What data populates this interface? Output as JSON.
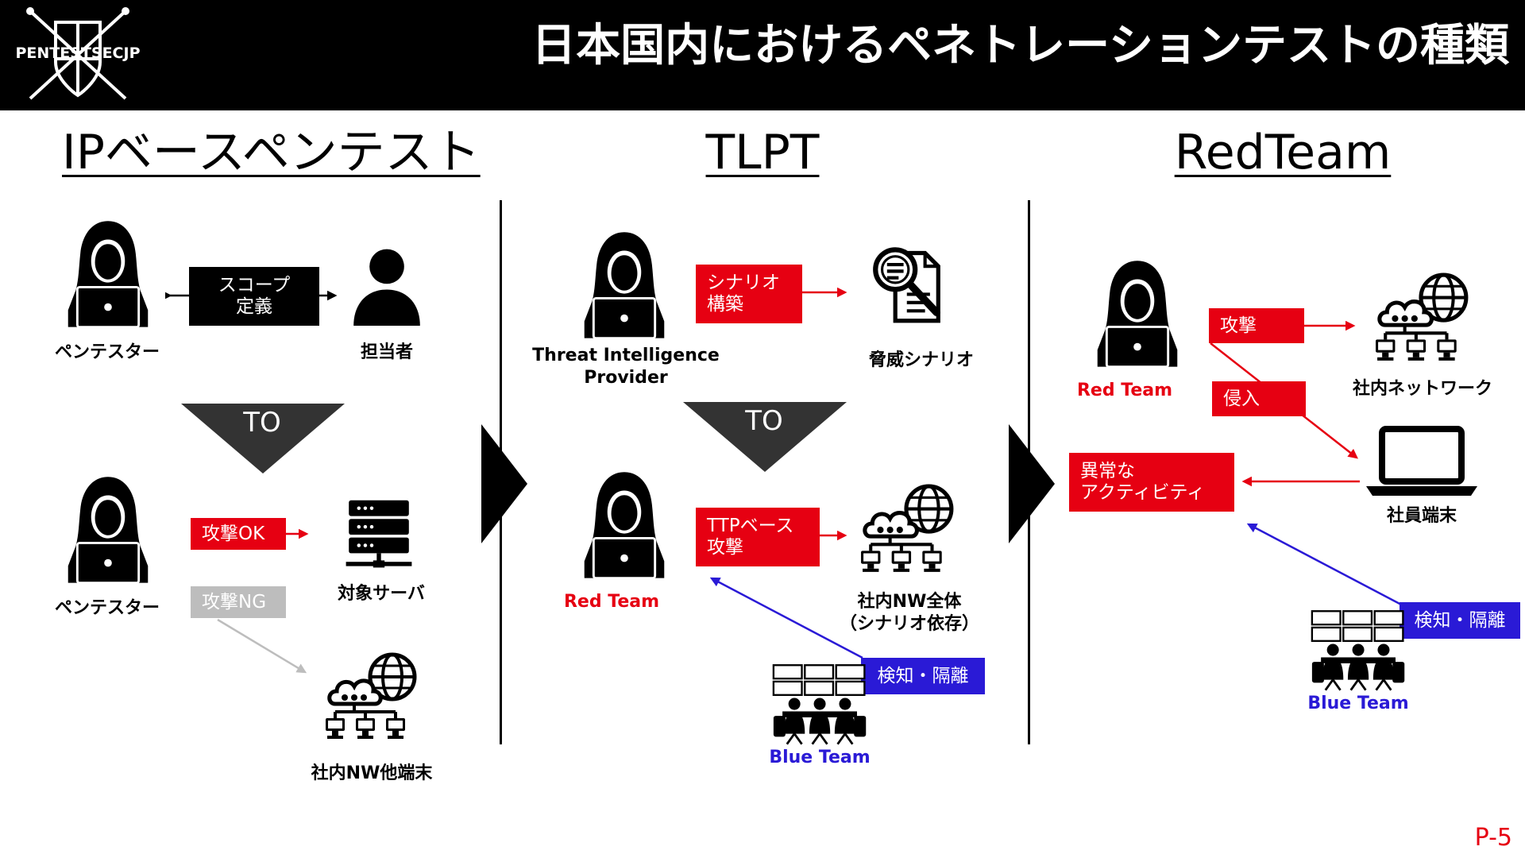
{
  "header": {
    "title": "日本国内におけるペネトレーションテストの種類",
    "logo_text": "PENTESTSECJP"
  },
  "page_number": "P-5",
  "colors": {
    "red": "#e60012",
    "blue": "#2a1ad6",
    "black": "#000000",
    "grey": "#bdbdbd"
  },
  "sections": {
    "ip": {
      "title": "IPベースペンテスト",
      "tester_label": "ペンテスター",
      "owner_label": "担当者",
      "scope_box": "スコープ\n定義",
      "to": "TO",
      "tester2_label": "ペンテスター",
      "attack_ok": "攻撃OK",
      "attack_ng": "攻撃NG",
      "server_label": "対象サーバ",
      "other_label": "社内NW他端末",
      "icons": [
        "hacker-icon",
        "person-icon",
        "server-icon",
        "network-icon"
      ]
    },
    "tlpt": {
      "title": "TLPT",
      "provider_label": "Threat Intelligence\nProvider",
      "scenario_box": "シナリオ\n構築",
      "threat_label": "脅威シナリオ",
      "to": "TO",
      "redteam_label": "Red Team",
      "ttp_box": "TTPベース\n攻撃",
      "nw_label": "社内NW全体\n（シナリオ依存）",
      "detect_box": "検知・隔離",
      "blueteam_label": "Blue Team",
      "icons": [
        "hacker-icon",
        "document-search-icon",
        "network-icon",
        "soc-operators-icon"
      ]
    },
    "redteam": {
      "title": "RedTeam",
      "redteam_label": "Red Team",
      "attack_box": "攻撃",
      "intrude_box": "侵入",
      "network_label": "社内ネットワーク",
      "employee_label": "社員端末",
      "anomaly_box": "異常な\nアクティビティ",
      "detect_box": "検知・隔離",
      "blueteam_label": "Blue Team",
      "icons": [
        "hacker-icon",
        "network-icon",
        "laptop-icon",
        "soc-operators-icon"
      ]
    }
  }
}
